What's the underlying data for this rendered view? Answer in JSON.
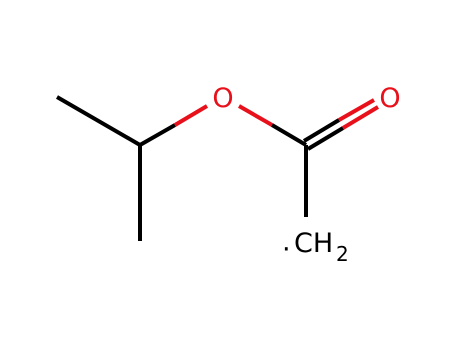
{
  "molecule": {
    "atoms": {
      "ether_oxygen": {
        "label": "O",
        "color": "#e8101a"
      },
      "carbonyl_oxygen": {
        "label": "O",
        "color": "#e8101a"
      },
      "methylene_radical": {
        "dot": "·",
        "symbol": "CH",
        "subscript": "2",
        "color": "#000000"
      }
    },
    "bond_color": "#000000",
    "hetero_bond_color": "#e8101a"
  }
}
